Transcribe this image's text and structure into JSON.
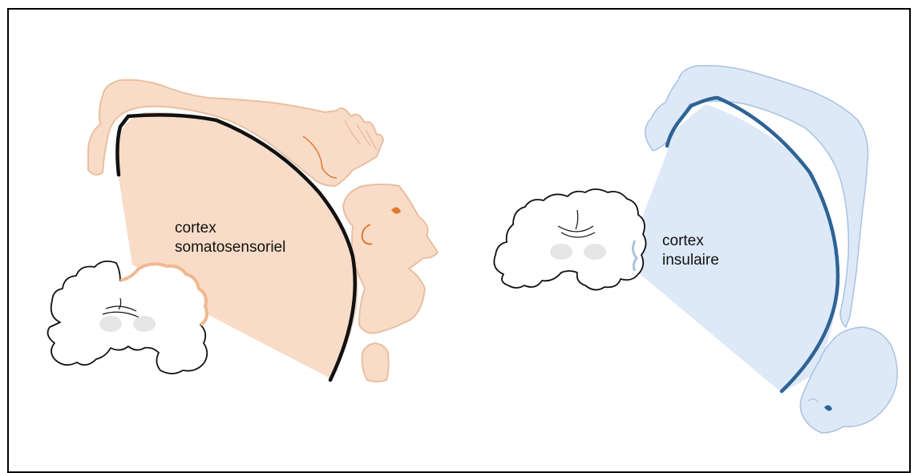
{
  "diagram": {
    "left_panel": {
      "label_line1": "cortex",
      "label_line2": "somatosensoriel",
      "fill_color": "#f8dcc8",
      "stroke_color": "#e9bfa0",
      "cortex_line_color": "#111111",
      "accent_color": "#e07a30"
    },
    "right_panel": {
      "label_line1": "cortex",
      "label_line2": "insulaire",
      "fill_color": "#dde9f7",
      "stroke_color": "#a9c2e0",
      "cortex_line_color": "#2f6396"
    }
  }
}
